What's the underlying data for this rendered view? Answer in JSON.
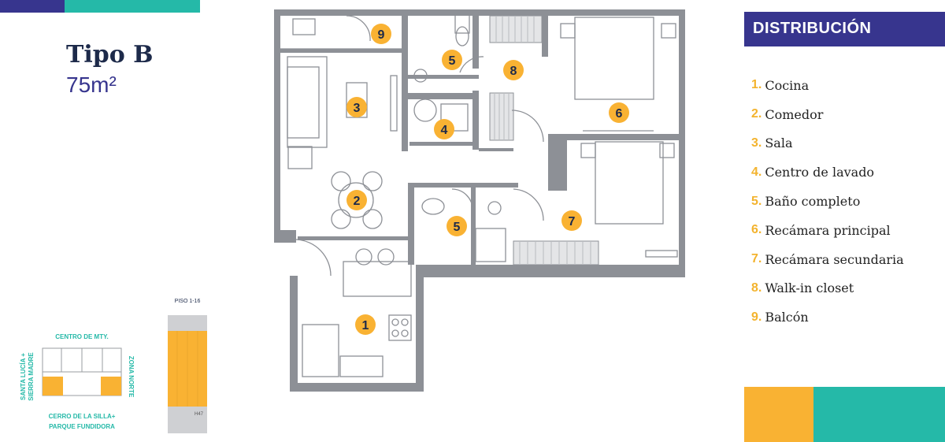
{
  "header": {
    "title": "Tipo B",
    "area": "75m²"
  },
  "distribution": {
    "heading": "DISTRIBUCIÓN",
    "items": [
      {
        "num": "1.",
        "label": "Cocina"
      },
      {
        "num": "2.",
        "label": "Comedor"
      },
      {
        "num": "3.",
        "label": "Sala"
      },
      {
        "num": "4.",
        "label": "Centro de lavado"
      },
      {
        "num": "5.",
        "label": "Baño completo"
      },
      {
        "num": "6.",
        "label": "Recámara principal"
      },
      {
        "num": "7.",
        "label": "Recámara secundaria"
      },
      {
        "num": "8.",
        "label": "Walk-in closet"
      },
      {
        "num": "9.",
        "label": "Balcón"
      }
    ]
  },
  "plan_markers": [
    "1",
    "2",
    "3",
    "4",
    "5",
    "5",
    "6",
    "7",
    "8",
    "9"
  ],
  "location": {
    "top": "CENTRO DE MTY.",
    "left_line1": "SANTA LUCÍA +",
    "left_line2": "SIERRA MADRE",
    "right": "ZONA NORTE",
    "bottom_line1": "CERRO DE LA SILLA+",
    "bottom_line2": "PARQUE FUNDIDORA"
  },
  "tower": {
    "label": "PISO 1-16",
    "code": "H47"
  },
  "colors": {
    "navy": "#37358e",
    "teal": "#25b9a8",
    "yellow": "#f9b233",
    "wall": "#8d9096"
  }
}
